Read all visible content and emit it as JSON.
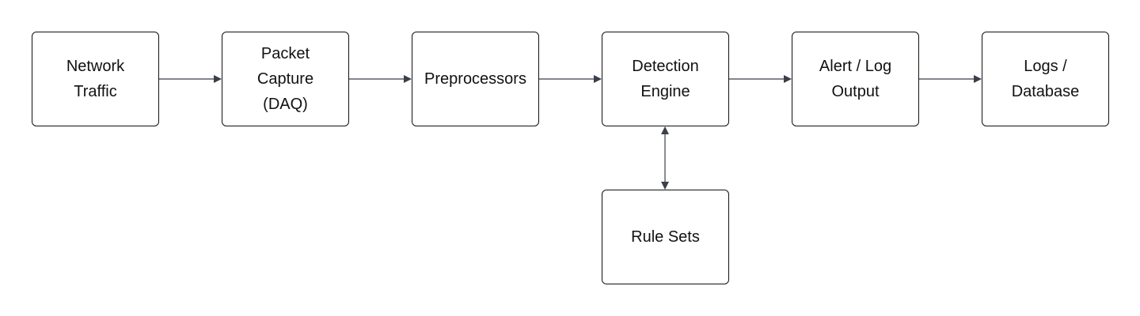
{
  "nodes": {
    "network_traffic": {
      "lines": [
        "Network",
        "Traffic"
      ]
    },
    "packet_capture": {
      "lines": [
        "Packet",
        "Capture",
        "(DAQ)"
      ]
    },
    "preprocessors": {
      "lines": [
        "Preprocessors"
      ]
    },
    "detection_engine": {
      "lines": [
        "Detection",
        "Engine"
      ]
    },
    "alert_log_output": {
      "lines": [
        "Alert / Log",
        "Output"
      ]
    },
    "logs_database": {
      "lines": [
        "Logs /",
        "Database"
      ]
    },
    "rule_sets": {
      "lines": [
        "Rule Sets"
      ]
    }
  },
  "edges": [
    {
      "from": "network_traffic",
      "to": "packet_capture",
      "direction": "forward"
    },
    {
      "from": "packet_capture",
      "to": "preprocessors",
      "direction": "forward"
    },
    {
      "from": "preprocessors",
      "to": "detection_engine",
      "direction": "forward"
    },
    {
      "from": "detection_engine",
      "to": "alert_log_output",
      "direction": "forward"
    },
    {
      "from": "alert_log_output",
      "to": "logs_database",
      "direction": "forward"
    },
    {
      "from": "detection_engine",
      "to": "rule_sets",
      "direction": "bidirectional"
    }
  ],
  "colors": {
    "node_border": "#111111",
    "node_text": "#111111",
    "edge": "#3a3f4a",
    "background": "#ffffff"
  }
}
